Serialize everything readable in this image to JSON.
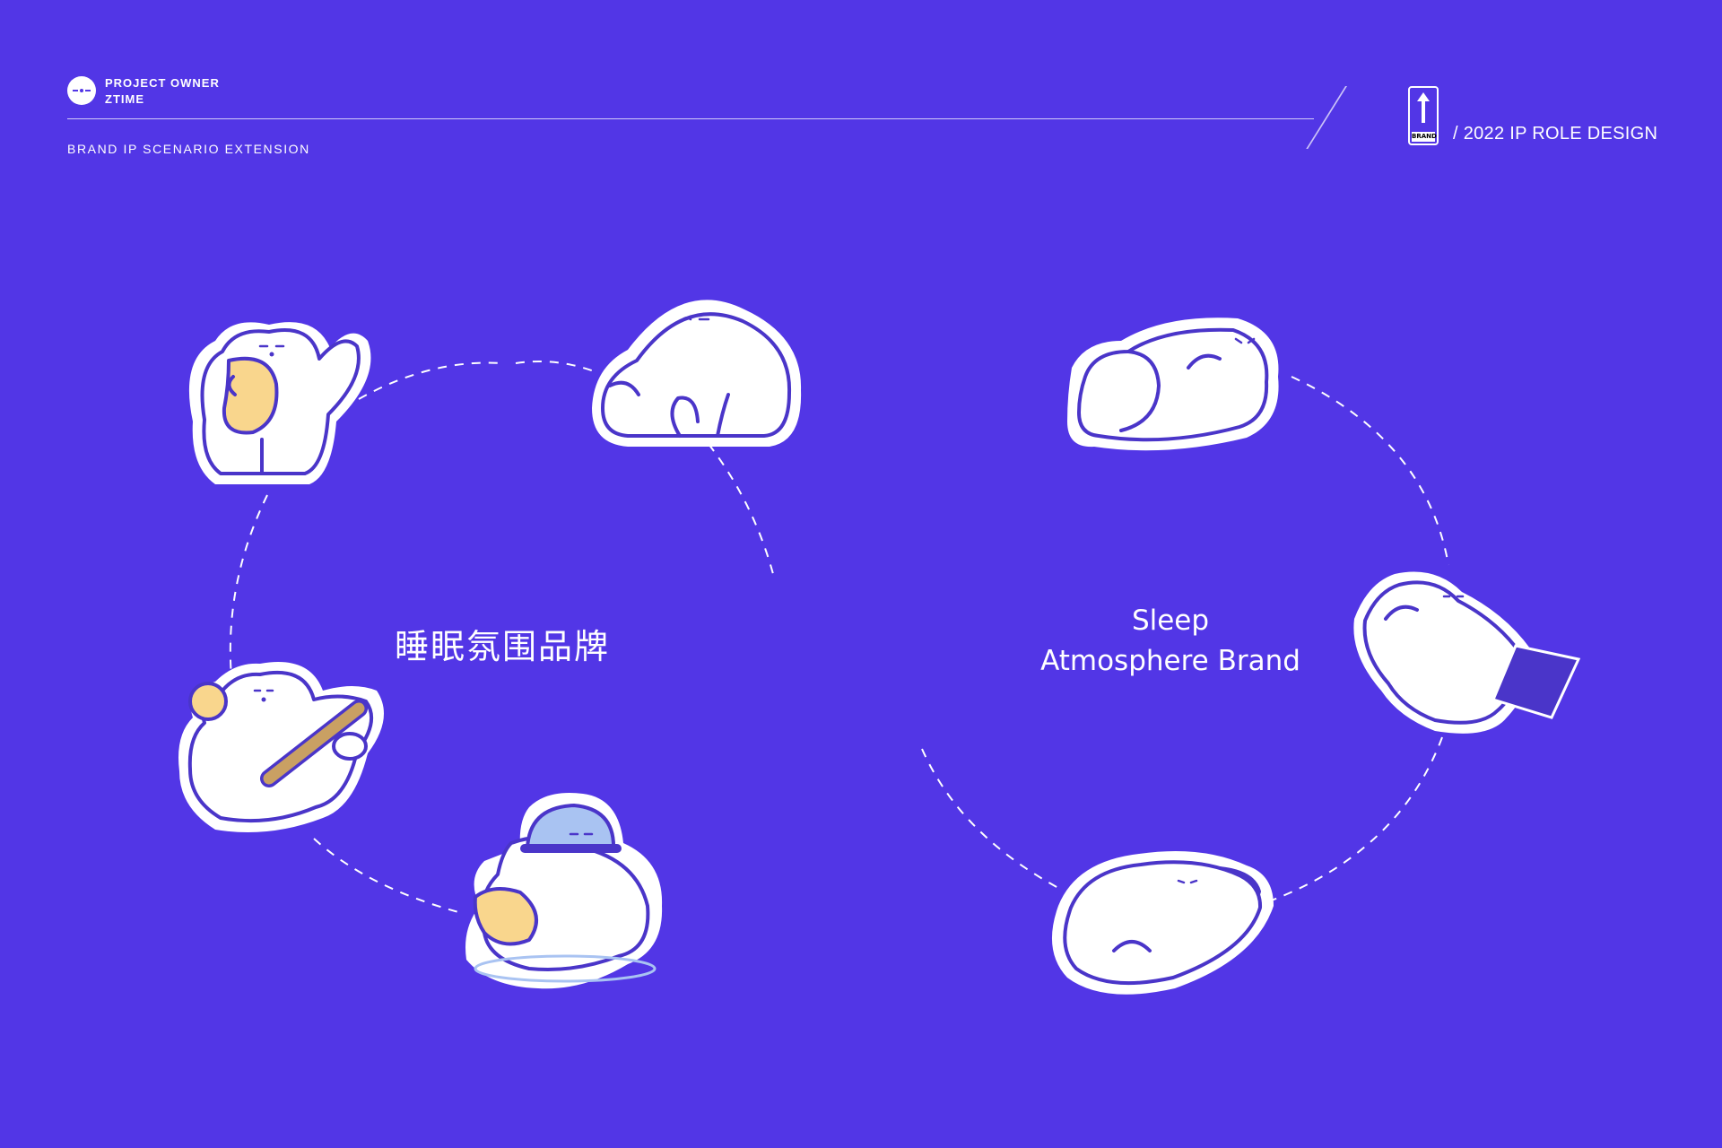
{
  "header": {
    "owner_line1": "PROJECT OWNER",
    "owner_line2": "ZTIME",
    "subtitle": "BRAND IP SCENARIO EXTENSION",
    "badge_label": "BRAND",
    "year_title": "/  2022 IP ROLE DESIGN"
  },
  "main": {
    "cn_title": "睡眠氛围品牌",
    "en_line1": "Sleep",
    "en_line2": "Atmosphere Brand"
  },
  "stickers": [
    {
      "name": "bear-holding-pillow-sticker"
    },
    {
      "name": "bear-lying-cloud-sticker"
    },
    {
      "name": "bear-with-bat-sticker"
    },
    {
      "name": "bear-with-helmet-sticker"
    },
    {
      "name": "bear-sleeping-on-back-sticker"
    },
    {
      "name": "bear-with-book-sticker"
    },
    {
      "name": "bear-lying-on-pillow-sticker"
    }
  ],
  "colors": {
    "background": "#5236e6",
    "outline": "#4a35c9",
    "accent_yellow": "#f9d68d",
    "bat_brown": "#c9a063",
    "helmet_blue": "#a9c3f2"
  }
}
